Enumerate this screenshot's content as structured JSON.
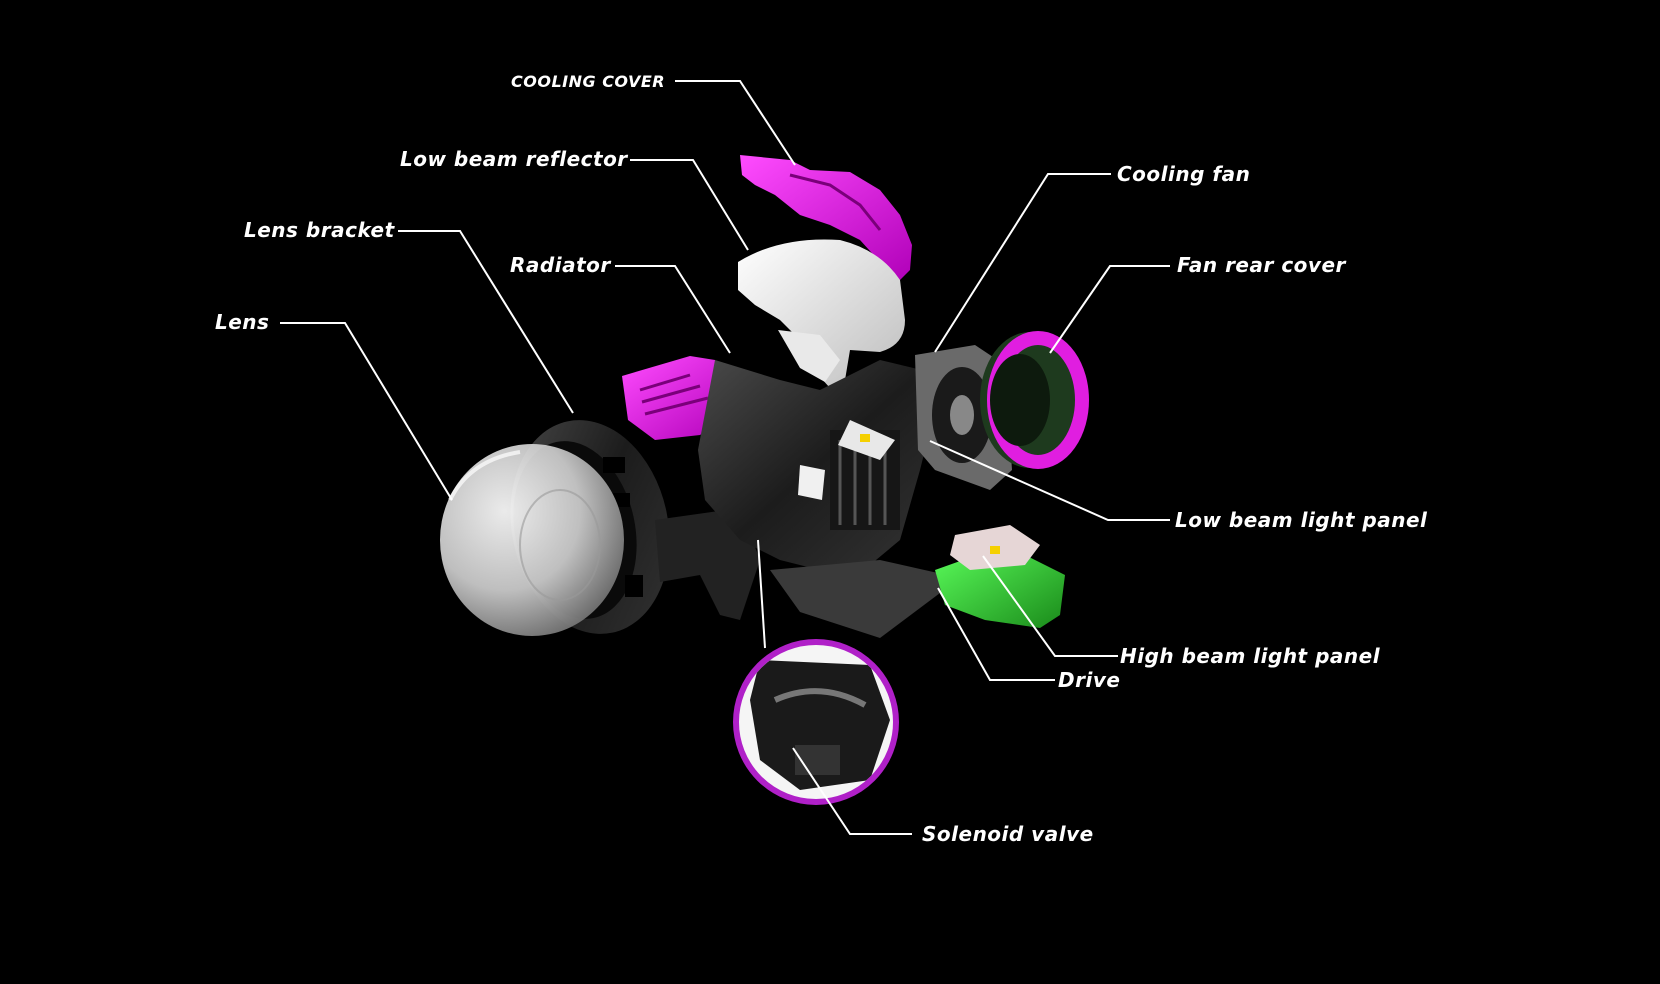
{
  "labels": {
    "cooling_cover": "COOLING COVER",
    "low_beam_reflector": "Low beam reflector",
    "lens_bracket": "Lens bracket",
    "radiator": "Radiator",
    "lens": "Lens",
    "cooling_fan": "Cooling fan",
    "fan_rear_cover": "Fan rear cover",
    "low_beam_light_panel": "Low beam light panel",
    "high_beam_light_panel": "High beam light panel",
    "drive": "Drive",
    "solenoid_valve": "Solenoid valve"
  },
  "colors": {
    "background": "#000000",
    "accent_magenta": "#e01ee0",
    "board_green": "#2fc02f",
    "metal_dark": "#2a2a2a",
    "reflector_white": "#f2f2f2",
    "label_white": "#ffffff"
  }
}
